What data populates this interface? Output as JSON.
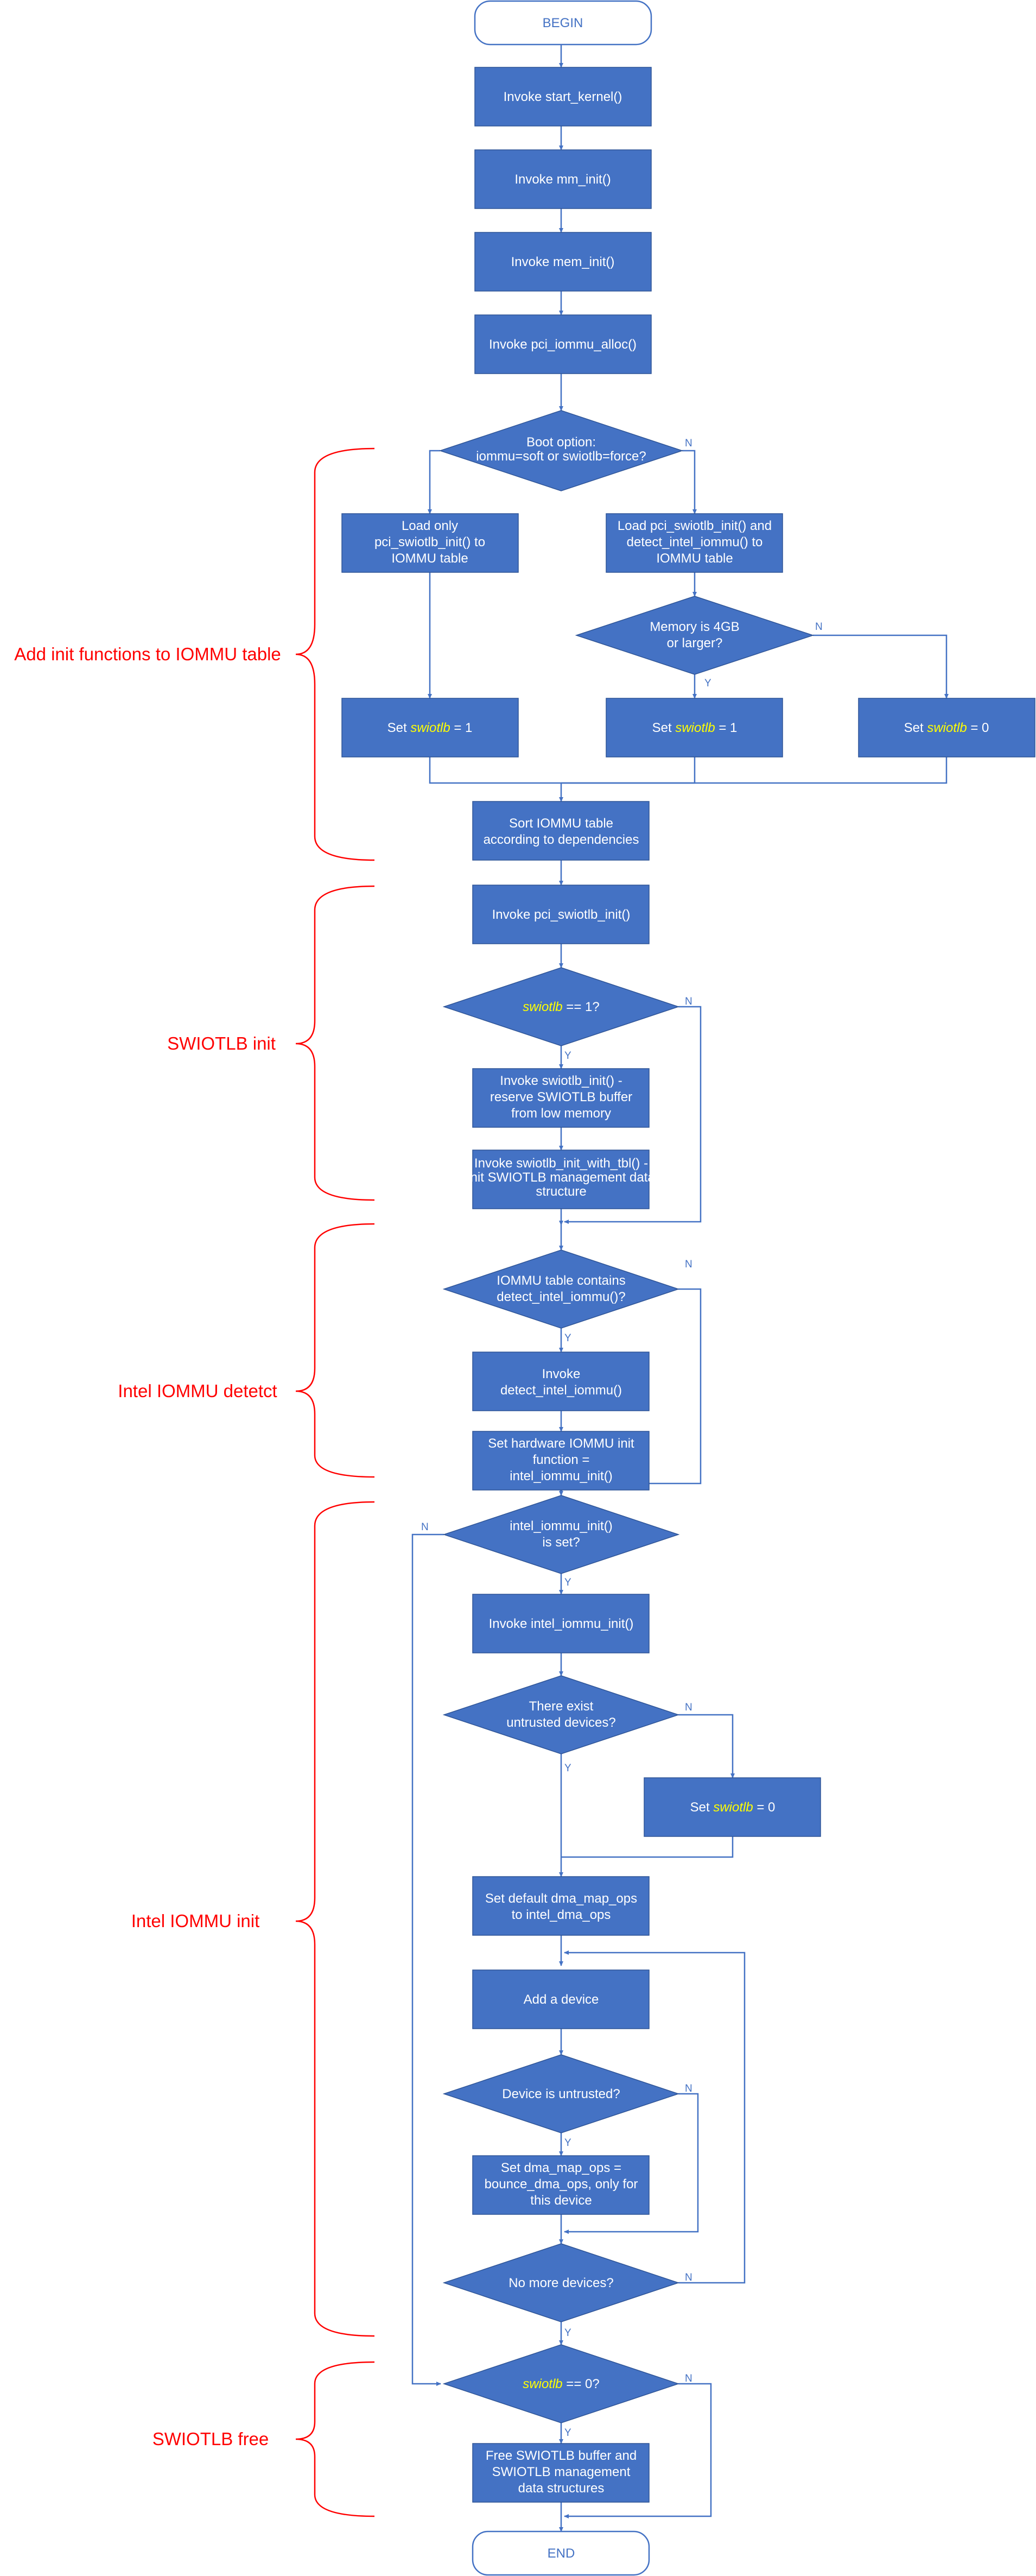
{
  "colors": {
    "shape_fill": "#4472C4",
    "edge": "#4472C4",
    "section_label": "#FF0000",
    "variable_highlight": "#FFFF00"
  },
  "sections": {
    "add_init": "Add init functions to IOMMU table",
    "swiotlb_init": "SWIOTLB init",
    "intel_detect": "Intel IOMMU detetct",
    "intel_init": "Intel IOMMU init",
    "swiotlb_free": "SWIOTLB free"
  },
  "nodes": {
    "begin": "BEGIN",
    "start_kernel": "Invoke start_kernel()",
    "mm_init": "Invoke mm_init()",
    "mem_init": "Invoke mem_init()",
    "pci_iommu_alloc": "Invoke pci_iommu_alloc()",
    "boot_option": [
      "Boot option:",
      "iommu=soft or swiotlb=force?"
    ],
    "load_only": [
      "Load only",
      "pci_swiotlb_init() to",
      "IOMMU table"
    ],
    "load_both": [
      "Load pci_swiotlb_init() and",
      "detect_intel_iommu() to",
      "IOMMU table"
    ],
    "memory_4gb": [
      "Memory is 4GB",
      "or larger?"
    ],
    "set_swiotlb_1_a": {
      "prefix": "Set ",
      "var": "swiotlb",
      "suffix": " = 1"
    },
    "set_swiotlb_1_b": {
      "prefix": "Set ",
      "var": "swiotlb",
      "suffix": " = 1"
    },
    "set_swiotlb_0_a": {
      "prefix": "Set ",
      "var": "swiotlb",
      "suffix": " = 0"
    },
    "sort_table": [
      "Sort IOMMU table",
      "according to dependencies"
    ],
    "pci_swiotlb_init": "Invoke pci_swiotlb_init()",
    "swiotlb_eq_1": {
      "prefix": "",
      "var": "swiotlb",
      "suffix": " == 1?"
    },
    "swiotlb_init_call": [
      "Invoke swiotlb_init() -",
      "reserve SWIOTLB buffer",
      "from low memory"
    ],
    "swiotlb_init_with_tbl": [
      "Invoke swiotlb_init_with_tbl() -",
      "init SWIOTLB management data",
      "structure"
    ],
    "table_contains": [
      "IOMMU table contains",
      "detect_intel_iommu()?"
    ],
    "detect_intel": [
      "Invoke",
      "detect_intel_iommu()"
    ],
    "set_hw_init": [
      "Set hardware IOMMU init",
      "function =",
      "intel_iommu_init()"
    ],
    "intel_init_set": [
      "intel_iommu_init()",
      "is set?"
    ],
    "invoke_intel_init": "Invoke intel_iommu_init()",
    "untrusted_exist": [
      "There exist",
      "untrusted devices?"
    ],
    "set_swiotlb_0_b": {
      "prefix": "Set ",
      "var": "swiotlb",
      "suffix": " = 0"
    },
    "default_ops": [
      "Set default dma_map_ops",
      "to intel_dma_ops"
    ],
    "add_device": "Add a device",
    "device_untrusted": "Device is untrusted?",
    "bounce_ops": [
      "Set dma_map_ops =",
      "bounce_dma_ops, only for",
      "this device"
    ],
    "no_more": "No more devices?",
    "swiotlb_eq_0": {
      "prefix": "",
      "var": "swiotlb",
      "suffix": " == 0?"
    },
    "free_swiotlb": [
      "Free SWIOTLB buffer and",
      "SWIOTLB management",
      "data structures"
    ],
    "end": "END"
  },
  "edge_labels": {
    "yes": "Y",
    "no": "N"
  }
}
